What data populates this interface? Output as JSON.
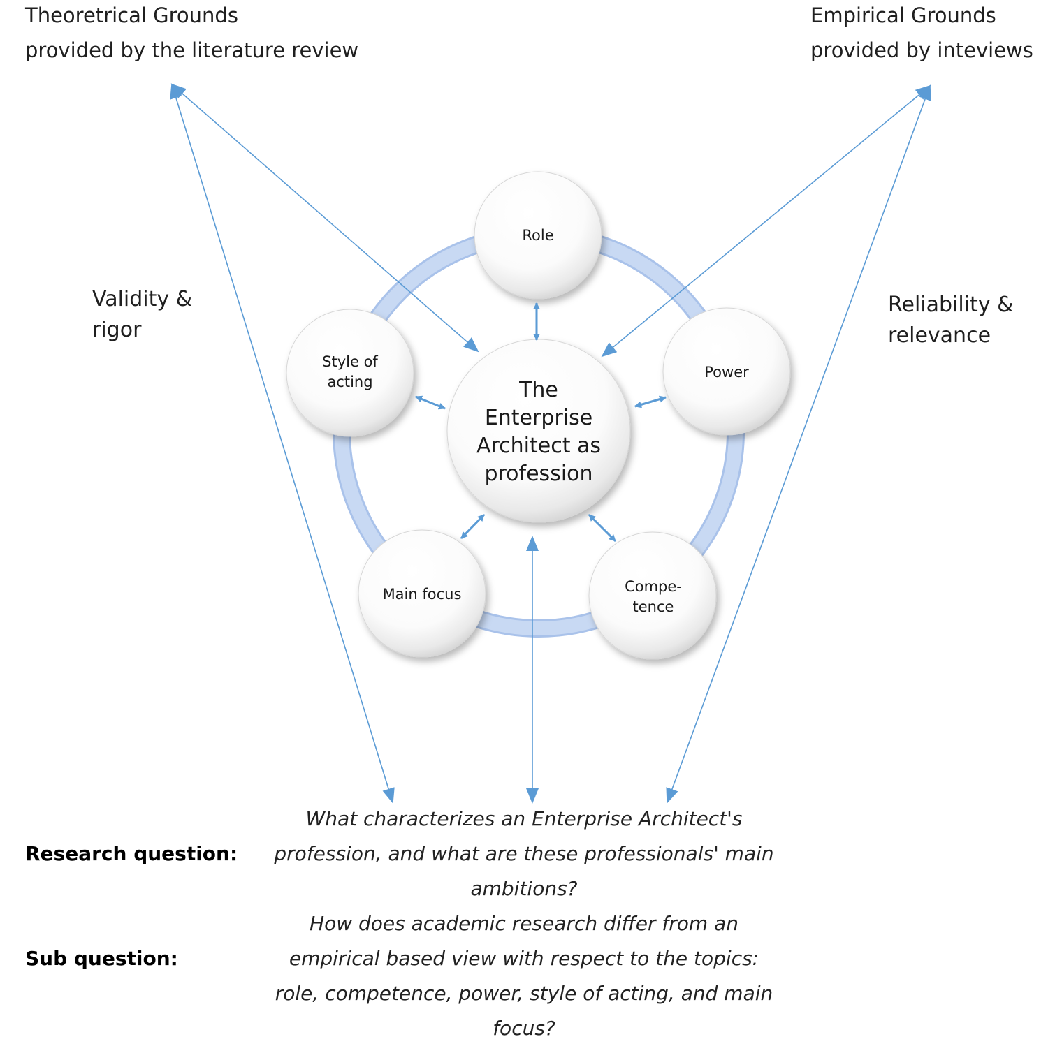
{
  "headings": {
    "theoretical": [
      "Theoretrical Grounds",
      "provided by the literature review"
    ],
    "empirical": [
      "Empirical Grounds",
      "provided by inteviews"
    ]
  },
  "side_labels": {
    "left": [
      "Validity &",
      "rigor"
    ],
    "right": [
      "Reliability &",
      "relevance"
    ]
  },
  "center_node": [
    "The",
    "Enterprise",
    "Architect as",
    "profession"
  ],
  "nodes": {
    "role": [
      "Role"
    ],
    "power": [
      "Power"
    ],
    "style": [
      "Style of",
      "acting"
    ],
    "focus": [
      "Main focus"
    ],
    "competence": [
      "Compe-",
      "tence"
    ]
  },
  "questions": {
    "research_title": "Research question:",
    "research_text": [
      "What characterizes an Enterprise Architect's",
      "profession, and what are these professionals' main",
      "ambitions?"
    ],
    "sub_title": "Sub question:",
    "sub_text": [
      "How does academic research differ from an",
      "empirical based view with respect to the topics:",
      "role, competence, power, style of acting, and main",
      "focus?"
    ]
  },
  "colors": {
    "ring": "#c3d5f1",
    "ring_edge": "#9fbbe6",
    "arrow": "#5b9bd5",
    "node_fill": "#ffffff",
    "node_shade": "#dcdcdc"
  }
}
